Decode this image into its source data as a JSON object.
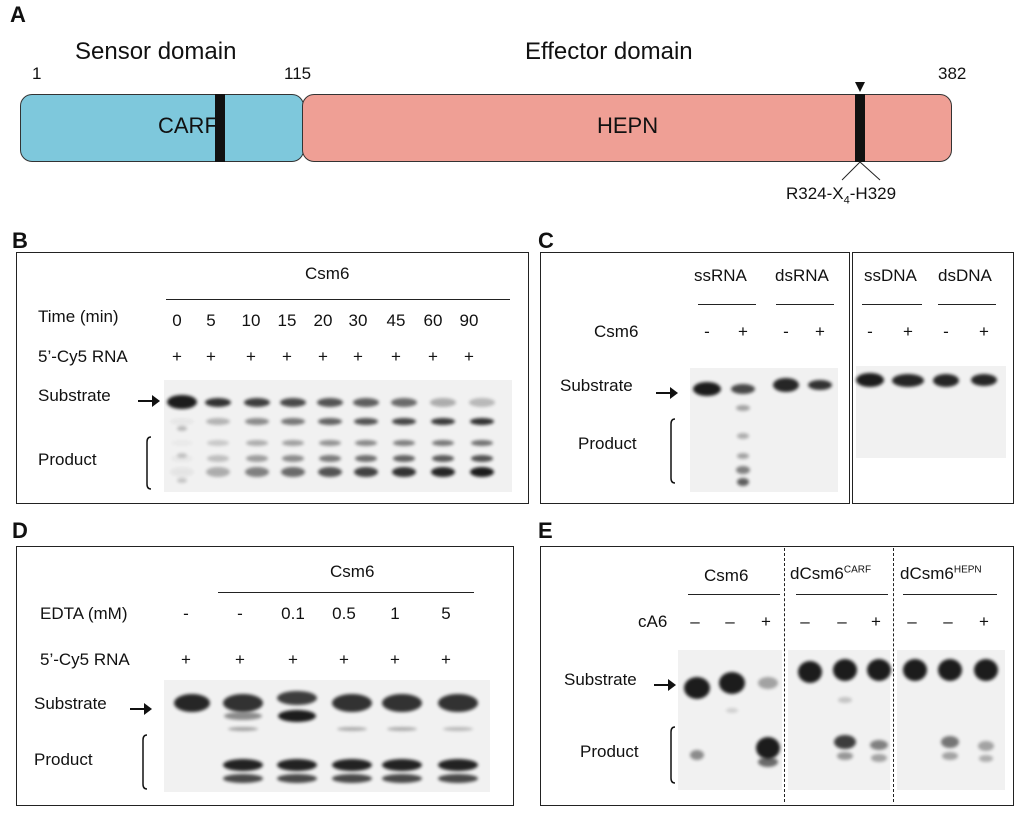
{
  "panels": {
    "A": {
      "label": "A",
      "sensor_title": "Sensor domain",
      "effector_title": "Effector domain",
      "pos_start": "1",
      "pos_mid": "115",
      "pos_end": "382",
      "carf": "CARF",
      "hepn": "HEPN",
      "motif_prefix": "R324-X",
      "motif_sub": "4",
      "motif_suffix": "-H329",
      "colors": {
        "carf": "#7ec8dc",
        "hepn": "#ef9f95"
      }
    },
    "B": {
      "label": "B",
      "header": "Csm6",
      "time_label": "Time (min)",
      "times": [
        "0",
        "5",
        "10",
        "15",
        "20",
        "30",
        "45",
        "60",
        "90"
      ],
      "rna_label": "5’-Cy5 RNA",
      "plus": [
        "+",
        "+",
        "+",
        "+",
        "+",
        "+",
        "+",
        "+",
        "+"
      ],
      "substrate": "Substrate",
      "product": "Product"
    },
    "C": {
      "label": "C",
      "groups": [
        "ssRNA",
        "dsRNA",
        "ssDNA",
        "dsDNA"
      ],
      "csm6_label": "Csm6",
      "signs": [
        "-",
        "+",
        "-",
        "+",
        "-",
        "+",
        "-",
        "+"
      ],
      "substrate": "Substrate",
      "product": "Product"
    },
    "D": {
      "label": "D",
      "header": "Csm6",
      "edta_label": "EDTA (mM)",
      "edta": [
        "-",
        "-",
        "0.1",
        "0.5",
        "1",
        "5"
      ],
      "rna_label": "5’-Cy5 RNA",
      "plus": [
        "+",
        "+",
        "+",
        "+",
        "+",
        "+"
      ],
      "substrate": "Substrate",
      "product": "Product"
    },
    "E": {
      "label": "E",
      "group1": "Csm6",
      "group2_base": "dCsm6",
      "group2_sup": "CARF",
      "group3_base": "dCsm6",
      "group3_sup": "HEPN",
      "ca6_label": "cA6",
      "signs": [
        "–",
        "–",
        "+",
        "–",
        "–",
        "+",
        "–",
        "–",
        "+"
      ],
      "substrate": "Substrate",
      "product": "Product"
    }
  }
}
